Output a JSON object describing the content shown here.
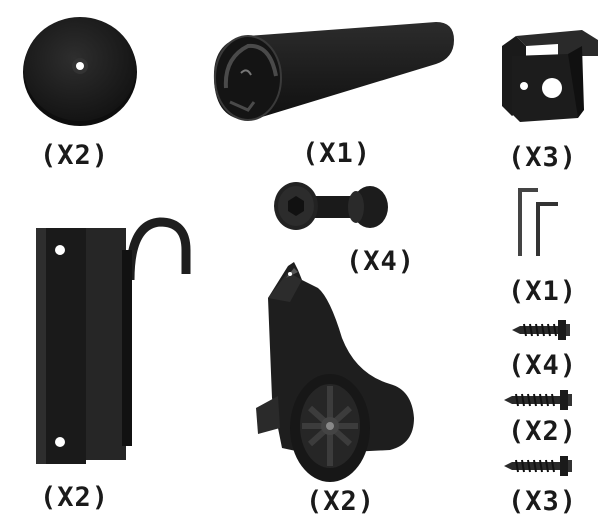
{
  "parts": [
    {
      "id": "end-cap",
      "icon": "round-end-cap-icon",
      "quantity": "(X2)"
    },
    {
      "id": "track-rail",
      "icon": "track-rail-tube-icon",
      "quantity": "(X1)"
    },
    {
      "id": "rail-clip",
      "icon": "rail-clip-bracket-icon",
      "quantity": "(X3)"
    },
    {
      "id": "spacer-bolt",
      "icon": "spacer-bolt-icon",
      "quantity": "(X4)"
    },
    {
      "id": "hex-keys",
      "icon": "hex-key-icon",
      "quantity": "(X1)"
    },
    {
      "id": "hanger-strap",
      "icon": "hook-hanger-strap-icon",
      "quantity": "(X2)"
    },
    {
      "id": "roller-wheel",
      "icon": "roller-wheel-icon",
      "quantity": "(X2)"
    },
    {
      "id": "screw-short",
      "icon": "screw-icon",
      "quantity": "(X4)"
    },
    {
      "id": "screw-long",
      "icon": "screw-icon",
      "quantity": "(X2)"
    },
    {
      "id": "screw-medium",
      "icon": "screw-icon",
      "quantity": "(X3)"
    }
  ],
  "colors": {
    "metal": "#1c1c1c",
    "metal_highlight": "#3a3a3a",
    "text": "#1a1a1a"
  }
}
